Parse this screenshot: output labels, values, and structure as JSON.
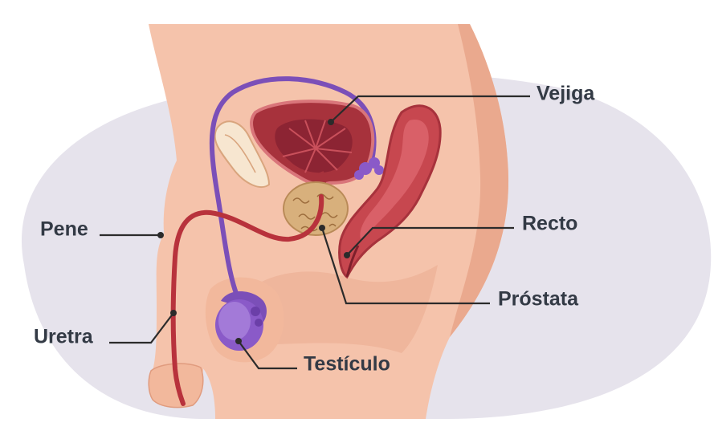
{
  "diagram": {
    "labels": {
      "vejiga": "Vejiga",
      "recto": "Recto",
      "prostata": "Próstata",
      "testiculo": "Testículo",
      "pene": "Pene",
      "uretra": "Uretra"
    },
    "colors": {
      "background_blob": "#e6e3ec",
      "skin": "#f5c3ab",
      "skin_shadow": "#eaa98e",
      "bladder": "#a7323c",
      "bladder_dark": "#7d1f2b",
      "rectum": "#c7474f",
      "prostate": "#d8b07c",
      "vas_deferens": "#7b4fb8",
      "testicle": "#8a5ac8",
      "urethra": "#b8323c",
      "leader_lines": "#2b2b2b",
      "label_text": "#333a45"
    }
  }
}
